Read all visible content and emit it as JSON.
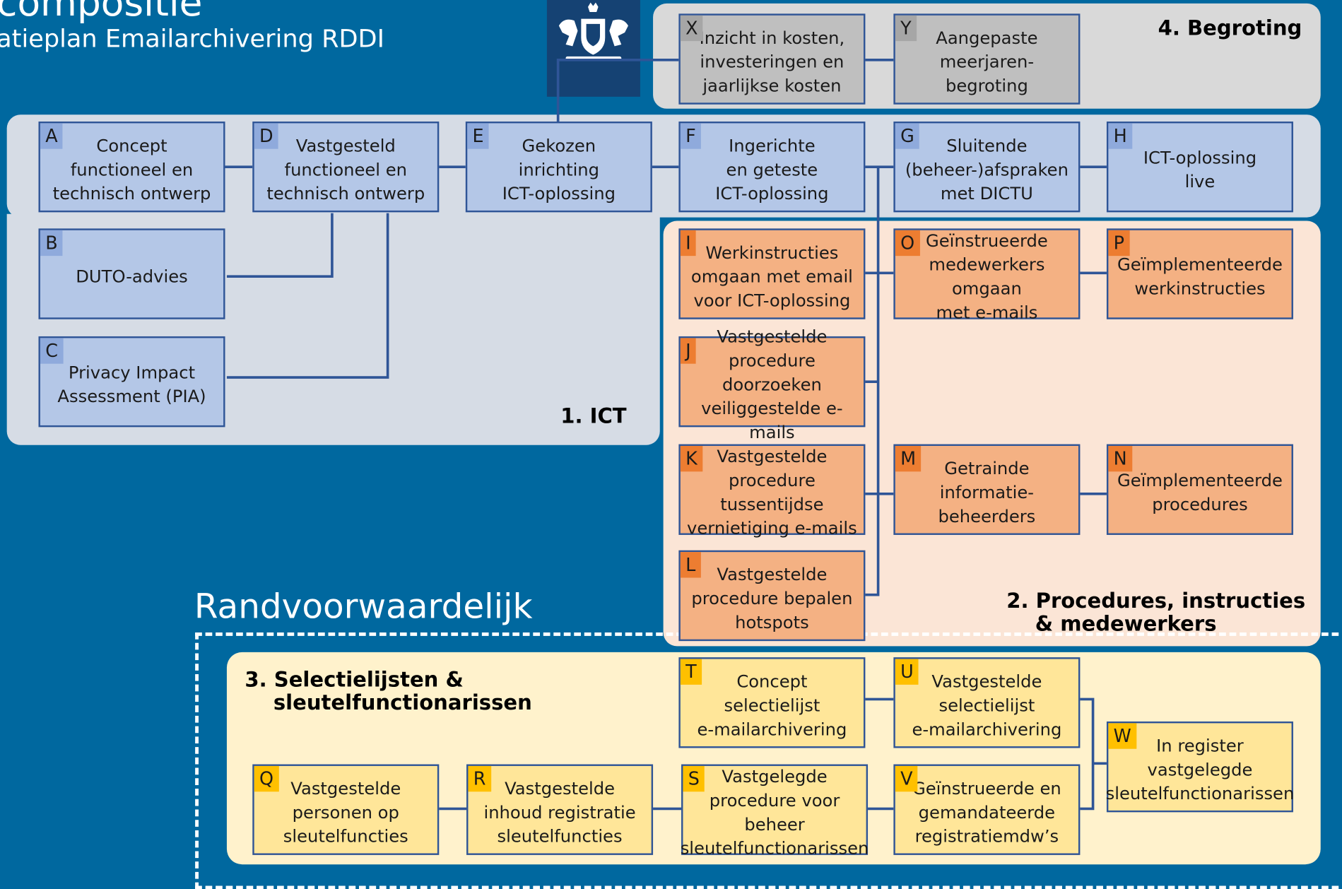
{
  "header": {
    "title": "compositie",
    "subtitle": "atieplan Emailarchivering RDDI"
  },
  "randvoorwaardelijk_label": "Randvoorwaardelijk",
  "panels": {
    "ict": "1. ICT",
    "procedures": "2. Procedures, instructies\n    & medewerkers",
    "selectie": "3. Selectielijsten &\n    sleutelfunctionarissen",
    "begroting": "4. Begroting"
  },
  "boxes": {
    "A": {
      "letter": "A",
      "text": "Concept\nfunctioneel en\ntechnisch ontwerp"
    },
    "B": {
      "letter": "B",
      "text": "DUTO-advies"
    },
    "C": {
      "letter": "C",
      "text": "Privacy Impact\nAssessment (PIA)"
    },
    "D": {
      "letter": "D",
      "text": "Vastgesteld\nfunctioneel en\ntechnisch ontwerp"
    },
    "E": {
      "letter": "E",
      "text": "Gekozen\ninrichting\nICT-oplossing"
    },
    "F": {
      "letter": "F",
      "text": "Ingerichte\nen geteste\nICT-oplossing"
    },
    "G": {
      "letter": "G",
      "text": "Sluitende\n(beheer-)afspraken\nmet DICTU"
    },
    "H": {
      "letter": "H",
      "text": "ICT-oplossing\nlive"
    },
    "I": {
      "letter": "I",
      "text": "Werkinstructies\nomgaan met email\nvoor ICT-oplossing"
    },
    "J": {
      "letter": "J",
      "text": "Vastgestelde\nprocedure doorzoeken\nveiliggestelde e-mails"
    },
    "K": {
      "letter": "K",
      "text": "Vastgestelde\nprocedure tussentijdse\nvernietiging e-mails"
    },
    "L": {
      "letter": "L",
      "text": "Vastgestelde\nprocedure bepalen\nhotspots"
    },
    "M": {
      "letter": "M",
      "text": "Getrainde\ninformatie-\nbeheerders"
    },
    "N": {
      "letter": "N",
      "text": "Geïmplementeerde\nprocedures"
    },
    "O": {
      "letter": "O",
      "text": "Geïnstrueerde\nmedewerkers omgaan\nmet e-mails"
    },
    "P": {
      "letter": "P",
      "text": "Geïmplementeerde\nwerkinstructies"
    },
    "Q": {
      "letter": "Q",
      "text": "Vastgestelde\npersonen op\nsleutelfuncties"
    },
    "R": {
      "letter": "R",
      "text": "Vastgestelde\ninhoud registratie\nsleutelfuncties"
    },
    "S": {
      "letter": "S",
      "text": "Vastgelegde\nprocedure voor beheer\nsleutelfunctionarissen"
    },
    "T": {
      "letter": "T",
      "text": "Concept\nselectielijst\ne-mailarchivering"
    },
    "U": {
      "letter": "U",
      "text": "Vastgestelde\nselectielijst\ne-mailarchivering"
    },
    "V": {
      "letter": "V",
      "text": "Geïnstrueerde en\ngemandateerde\nregistratiemdw’s"
    },
    "W": {
      "letter": "W",
      "text": "In register\nvastgelegde\nsleutelfunctionarissen"
    },
    "X": {
      "letter": "X",
      "text": "Inzicht in kosten,\ninvesteringen en\njaarlijkse kosten"
    },
    "Y": {
      "letter": "Y",
      "text": "Aangepaste\nmeerjaren-\nbegroting"
    }
  },
  "colors": {
    "background": "#00689f",
    "ict": "#b4c7e7",
    "procedures": "#f4b183",
    "selectie": "#ffe699",
    "begroting": "#bfbfbf",
    "connector": "#2f5597"
  },
  "logo": {
    "icon": "rijksoverheid-crest-icon"
  }
}
